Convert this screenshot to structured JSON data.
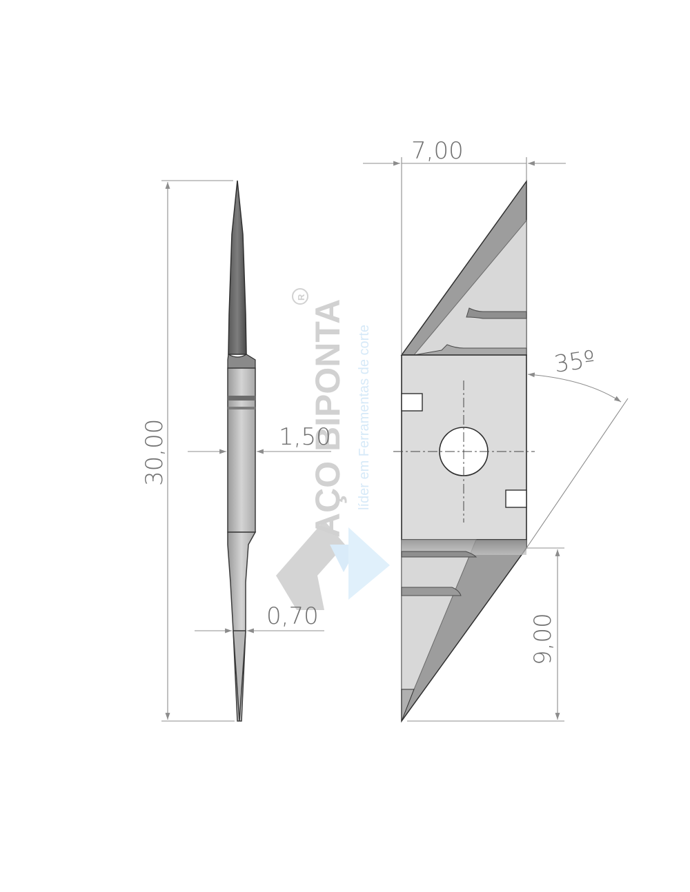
{
  "dimensions": {
    "width": "7,00",
    "height": "30,00",
    "thickness": "1,50",
    "tip_thickness": "0,70",
    "angle": "35º",
    "lower_height": "9,00"
  },
  "watermark": {
    "brand": "AÇO BIPONTA",
    "registered": "R",
    "tagline": "líder em Ferramentas de corte"
  },
  "colors": {
    "dimension_line": "#8c8c8c",
    "dimension_text": "#6f6f6f",
    "blade_fill": "#dcdcdc",
    "blade_dark": "#8e8e8e",
    "outline": "#3a3a3a",
    "watermark_gray": "#c8c8c8",
    "watermark_blue": "#cfe6f7"
  }
}
